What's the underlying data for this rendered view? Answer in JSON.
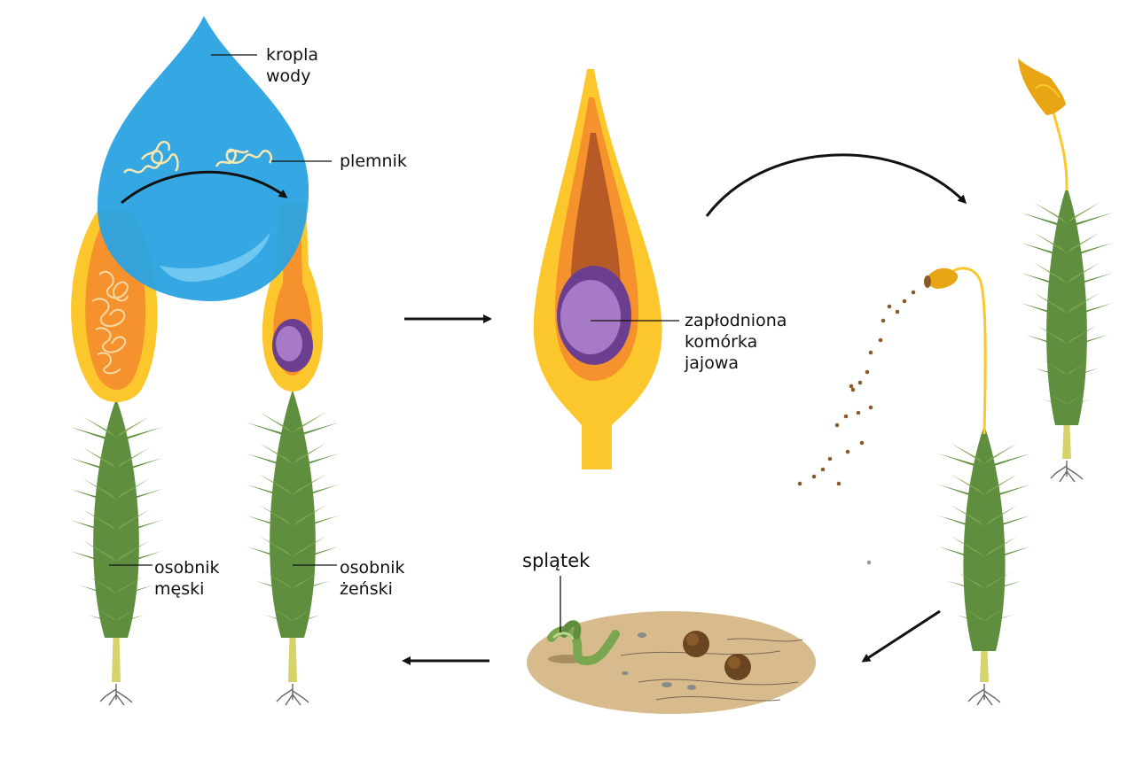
{
  "labels": {
    "water_drop": [
      "kropla",
      "wody"
    ],
    "sperm": "plemnik",
    "fertilized_egg": [
      "zapłodniona",
      "komórka",
      "jajowa"
    ],
    "male": [
      "osobnik",
      "męski"
    ],
    "female": [
      "osobnik",
      "żeński"
    ],
    "protonema": "splątek"
  },
  "colors": {
    "moss_green": "#5f8f3e",
    "moss_light": "#7aa64f",
    "stem_yellow": "#d6d36a",
    "organ_yellow": "#fcc72c",
    "organ_orange": "#f6922e",
    "egg_purple_dark": "#6b3e8f",
    "egg_purple_light": "#a77ac8",
    "water_blue": "#2aa3e3",
    "soil": "#d8bb8c",
    "spore": "#8a5a2b"
  },
  "icons": {
    "cycle_arrows": "arrow-icon",
    "moss": "moss-plant-icon"
  }
}
